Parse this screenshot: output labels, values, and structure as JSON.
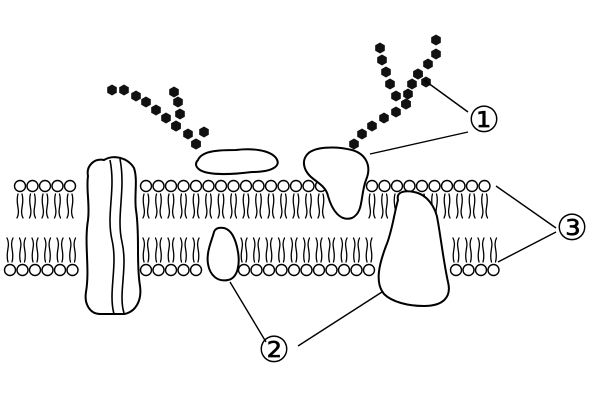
{
  "diagram": {
    "labels": [
      {
        "id": "label-1",
        "text": "①"
      },
      {
        "id": "label-2",
        "text": "②"
      },
      {
        "id": "label-3",
        "text": "③"
      }
    ]
  },
  "colors": {
    "line": "#000000",
    "fill": "#ffffff",
    "sugar": "#111111"
  }
}
